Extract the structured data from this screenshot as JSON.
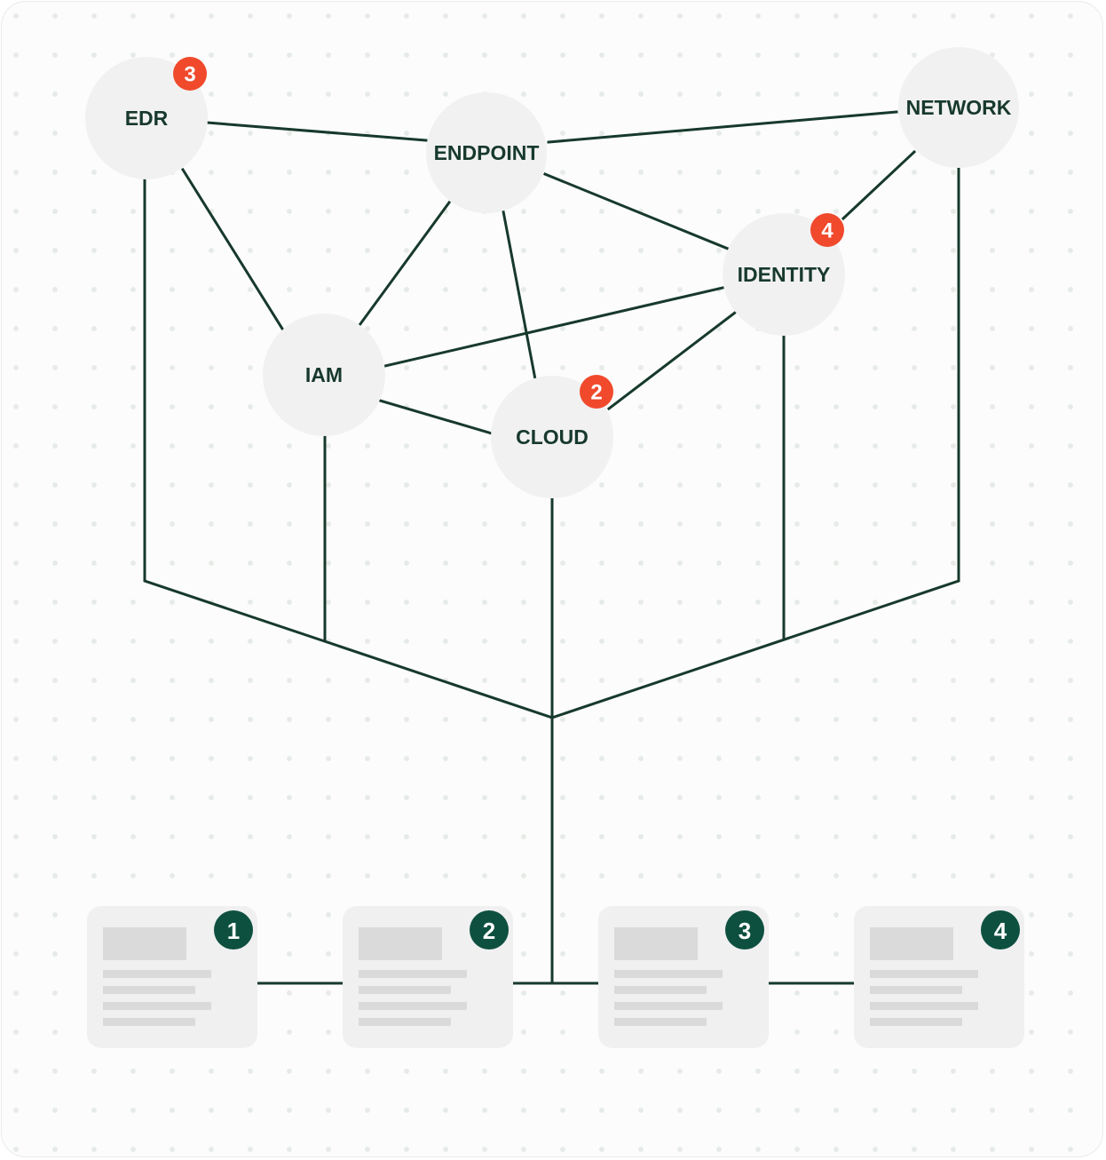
{
  "nodes": [
    {
      "id": "edr",
      "label": "EDR",
      "badge": "3"
    },
    {
      "id": "endpoint",
      "label": "ENDPOINT",
      "badge": ""
    },
    {
      "id": "network",
      "label": "NETWORK",
      "badge": ""
    },
    {
      "id": "identity",
      "label": "IDENTITY",
      "badge": "4"
    },
    {
      "id": "iam",
      "label": "IAM",
      "badge": ""
    },
    {
      "id": "cloud",
      "label": "CLOUD",
      "badge": "2"
    }
  ],
  "cards": [
    {
      "number": "1"
    },
    {
      "number": "2"
    },
    {
      "number": "3"
    },
    {
      "number": "4"
    }
  ],
  "colors": {
    "line": "#17392c",
    "node_fill": "#f1f1f1",
    "badge": "#f0492c",
    "card_number": "#0e5040",
    "card_bg": "#f0f0f0"
  }
}
